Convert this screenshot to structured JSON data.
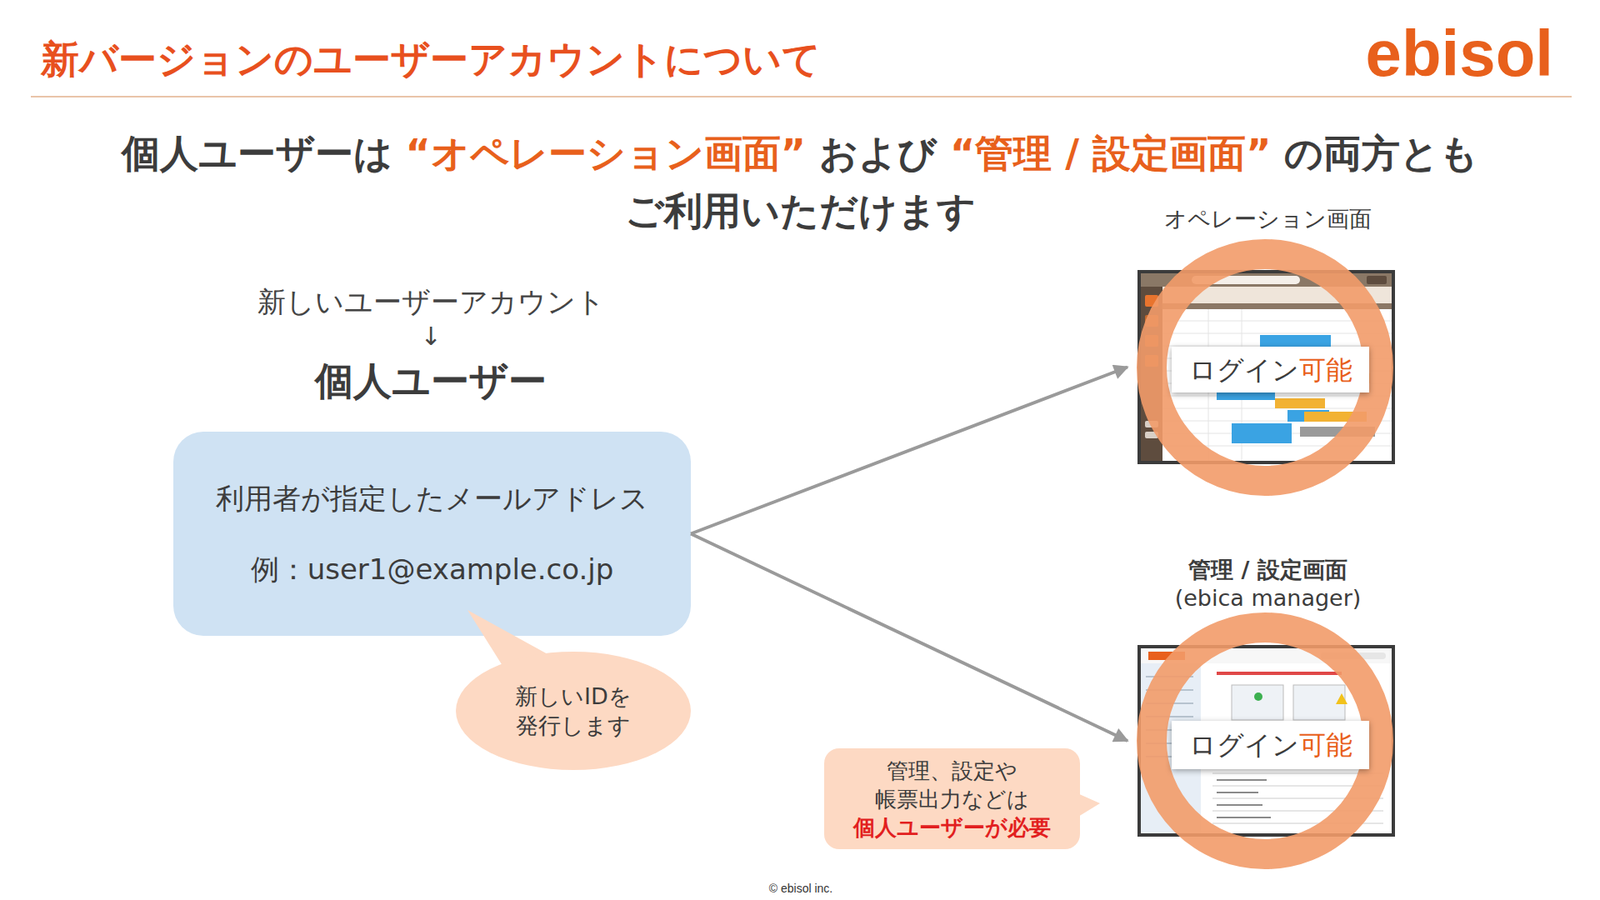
{
  "diagram": {
    "title": "新バージョンのユーザーアカウントについて",
    "nodes": [
      {
        "text": [
          "利用者が指定したメールアドレス",
          "例：user1@example.co.jp"
        ]
      },
      {
        "text": [
          "新しいIDを 発行します"
        ]
      },
      {
        "text": [
          "オペレーション画面"
        ]
      },
      {
        "text": [
          "ログイン",
          "可能"
        ],
        "in": 2
      },
      {
        "text": [
          "管理 / 設定画面",
          "(ebica manager)"
        ]
      },
      {
        "text": [
          "ログイン",
          "可能"
        ],
        "in": 4
      },
      {
        "text": [
          "管理、設定や 帳票出力などは",
          "個人ユーザーが必要"
        ]
      }
    ],
    "edges": [
      {
        "from": 0,
        "to": 2,
        "arrow": "to"
      },
      {
        "from": 0,
        "to": 4,
        "arrow": "to"
      }
    ],
    "labels": [
      "ebisol",
      "個人ユーザーは",
      "“オペレーション画面”",
      "および",
      "“管理 / 設定画面”",
      "の両方とも",
      "ご利用いただけます",
      "新しいユーザーアカウント",
      "↓",
      "個人ユーザー",
      "© ebisol inc."
    ]
  }
}
